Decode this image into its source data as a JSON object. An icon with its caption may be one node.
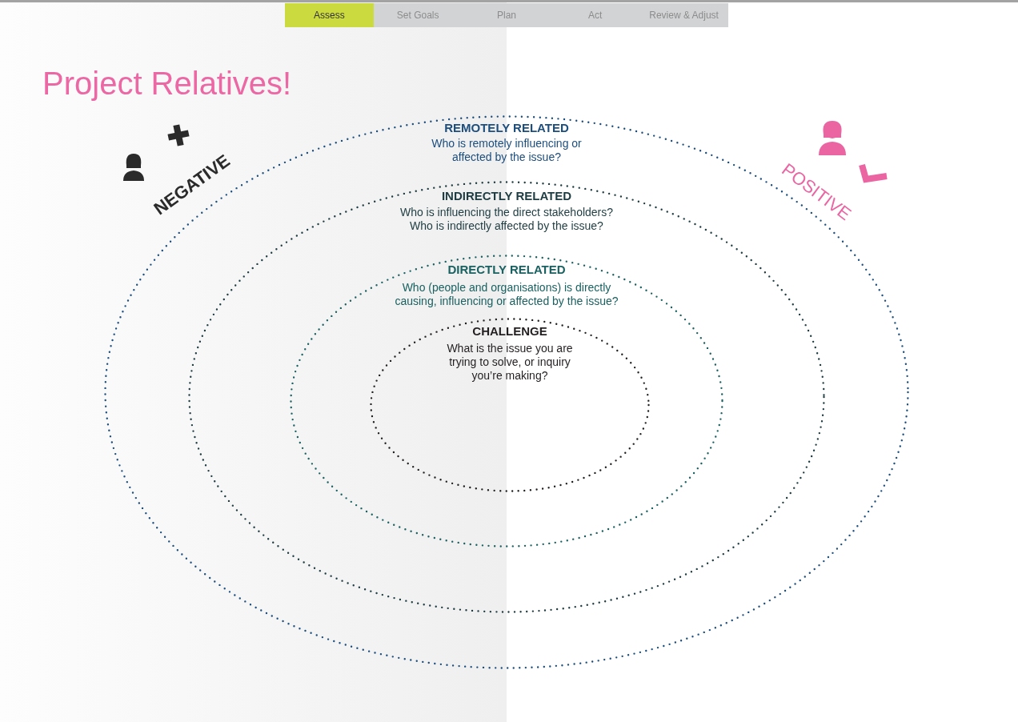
{
  "diagram": {
    "title": "Project Relatives!",
    "nodes": [
      {
        "text": [
          "Assess"
        ]
      },
      {
        "text": [
          "Set Goals"
        ]
      },
      {
        "text": [
          "Plan"
        ]
      },
      {
        "text": [
          "Act"
        ]
      },
      {
        "text": [
          "Review & Adjust"
        ]
      },
      {
        "text": [
          "REMOTELY RELATED",
          "Who is remotely influencing or affected by the issue?"
        ]
      },
      {
        "text": [
          "INDIRECTLY RELATED",
          "Who is influencing the direct stakeholders? Who is indirectly affected by the issue?"
        ],
        "in": 5
      },
      {
        "text": [
          "DIRECTLY RELATED",
          "Who (people and organisations) is directly causing, influencing or affected by the issue?"
        ],
        "in": 6
      },
      {
        "text": [
          "CHALLENGE",
          "What is the issue you are trying to solve, or inquiry you’re making?"
        ],
        "in": 7
      }
    ],
    "labels": [
      "NEGATIVE",
      "POSITIVE"
    ]
  }
}
